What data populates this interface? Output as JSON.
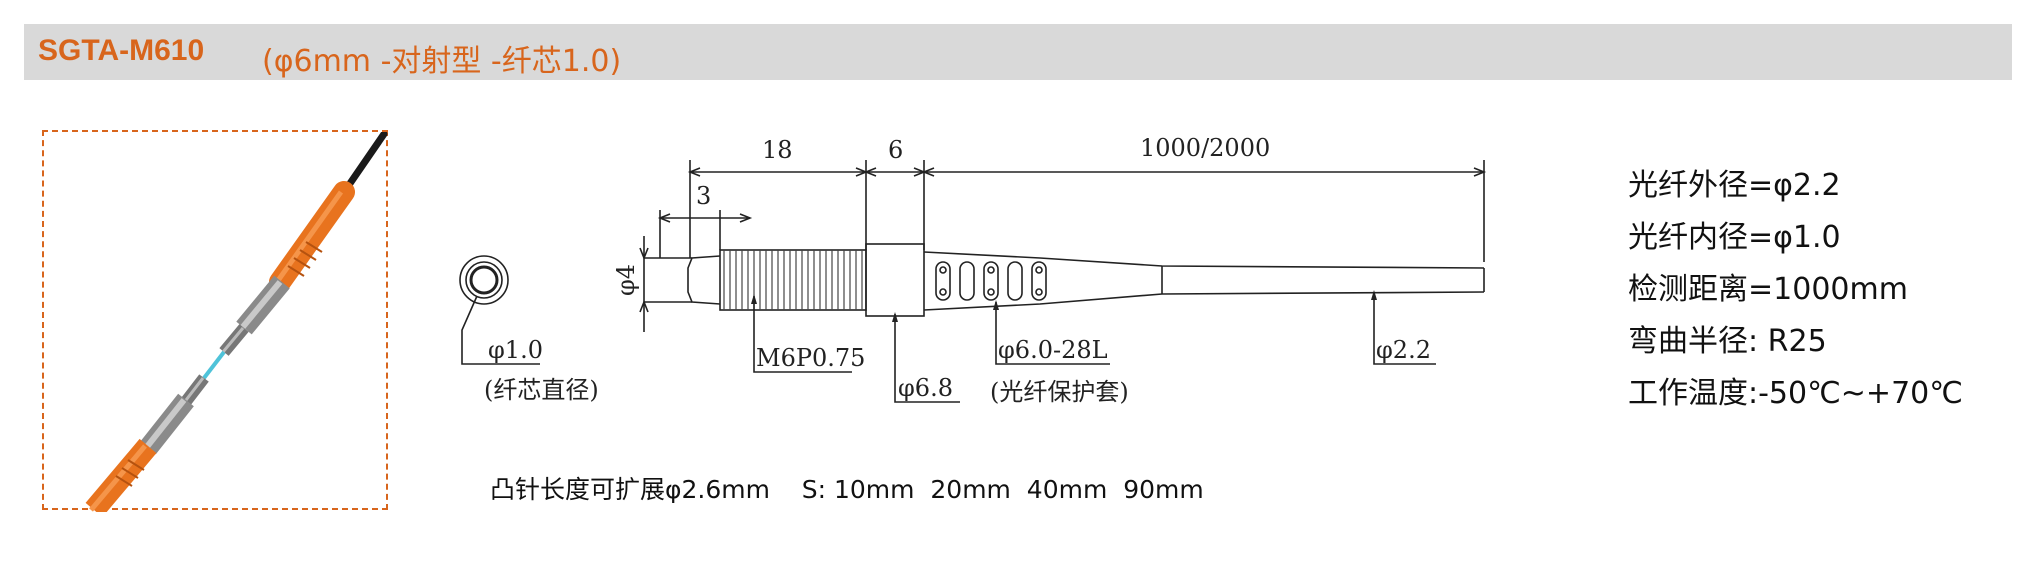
{
  "header": {
    "model": "SGTA-M610",
    "description": "(φ6mm -对射型 -纤芯1.0)"
  },
  "drawing": {
    "dim_18": "18",
    "dim_6": "6",
    "dim_1000_2000": "1000/2000",
    "dim_3": "3",
    "dim_phi4": "φ4",
    "label_core": "φ1.0",
    "label_core_cn": "(纤芯直径)",
    "label_thread": "M6P0.75",
    "label_phi68": "φ6.8",
    "label_sleeve": "φ6.0-28L",
    "label_sleeve_cn": "(光纤保护套)",
    "label_phi22": "φ2.2"
  },
  "specs": [
    {
      "label": "光纤外径=",
      "value": "φ2.2"
    },
    {
      "label": "光纤内径=",
      "value": "φ1.0"
    },
    {
      "label": "检测距离=",
      "value": "1000mm"
    },
    {
      "label": "弯曲半径:",
      "value": "R25"
    },
    {
      "label": "工作温度:",
      "value": "-50℃~+70℃"
    }
  ],
  "note": {
    "text": "凸针长度可扩展φ2.6mm    S: 10mm  20mm  40mm  90mm"
  },
  "colors": {
    "accent": "#d8651c",
    "header_bg": "#d9d9d9",
    "fiber_blue": "#4fc3d9"
  }
}
